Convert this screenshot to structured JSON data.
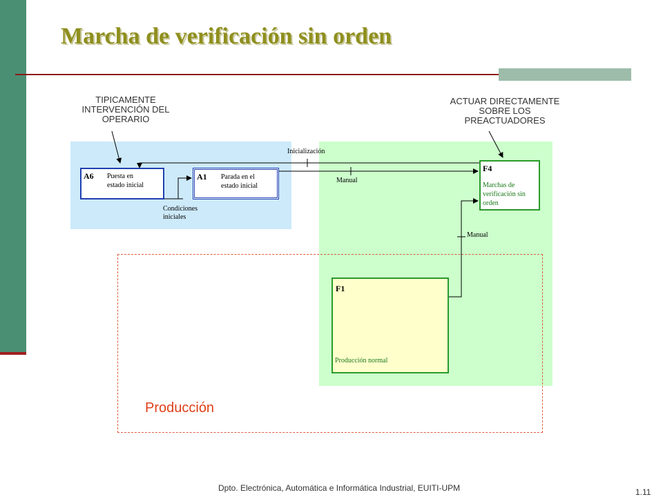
{
  "slide": {
    "title": "Marcha de verificación sin orden",
    "footer": "Dpto. Electrónica, Automática e Informática Industrial, EUITI-UPM",
    "page_number": "1.11"
  },
  "callouts": {
    "left": [
      "TIPICAMENTE",
      "INTERVENCIÓN DEL",
      "OPERARIO"
    ],
    "right": [
      "ACTUAR DIRECTAMENTE",
      "SOBRE LOS",
      "PREACTUADORES"
    ]
  },
  "steps": {
    "a6": {
      "id": "A6",
      "text": [
        "Puesta en",
        "estado inicial"
      ]
    },
    "a1": {
      "id": "A1",
      "text": [
        "Parada en el",
        "estado inicial"
      ]
    },
    "f4": {
      "id": "F4",
      "text": [
        "Marchas de",
        "verificación sin",
        "orden"
      ]
    },
    "f1": {
      "id": "F1",
      "text": [
        "Producción normal"
      ]
    }
  },
  "transitions": {
    "inicializacion": "Inicialización",
    "manual_top": "Manual",
    "manual_right": "Manual",
    "condiciones": [
      "Condiciones",
      "iniciales"
    ]
  },
  "zones": {
    "produccion": "Producción"
  },
  "colors": {
    "title": "#8f8f1e",
    "blue_zone": "#cdeafa",
    "green_zone": "#ccffcc",
    "production_border": "#e05a3a",
    "a_steps_border": "#1f3fb0",
    "f_steps_border": "#2a9a2a",
    "f1_fill": "#ffffcc"
  }
}
